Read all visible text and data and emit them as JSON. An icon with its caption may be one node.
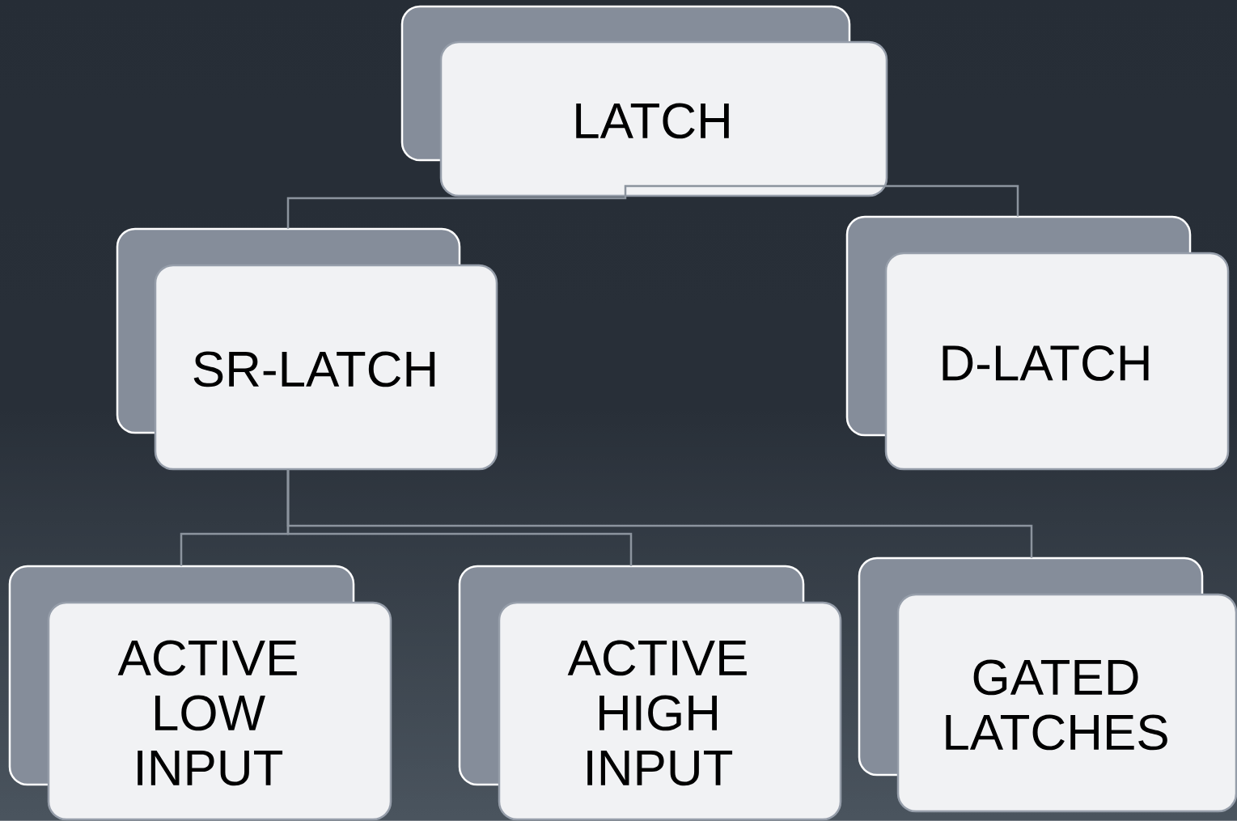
{
  "diagram": {
    "nodes": [
      {
        "text": [
          "LATCH"
        ]
      },
      {
        "text": [
          "SR-LATCH"
        ]
      },
      {
        "text": [
          "D-LATCH"
        ]
      },
      {
        "text": [
          "ACTIVE LOW INPUT"
        ]
      },
      {
        "text": [
          "ACTIVE HIGH INPUT"
        ]
      },
      {
        "text": [
          "GATED LATCHES"
        ]
      }
    ],
    "edges": [
      {
        "from": 0,
        "to": 1,
        "arrow": "none"
      },
      {
        "from": 0,
        "to": 2,
        "arrow": "none"
      },
      {
        "from": 1,
        "to": 3,
        "arrow": "none"
      },
      {
        "from": 1,
        "to": 4,
        "arrow": "none"
      },
      {
        "from": 1,
        "to": 5,
        "arrow": "none"
      }
    ]
  }
}
